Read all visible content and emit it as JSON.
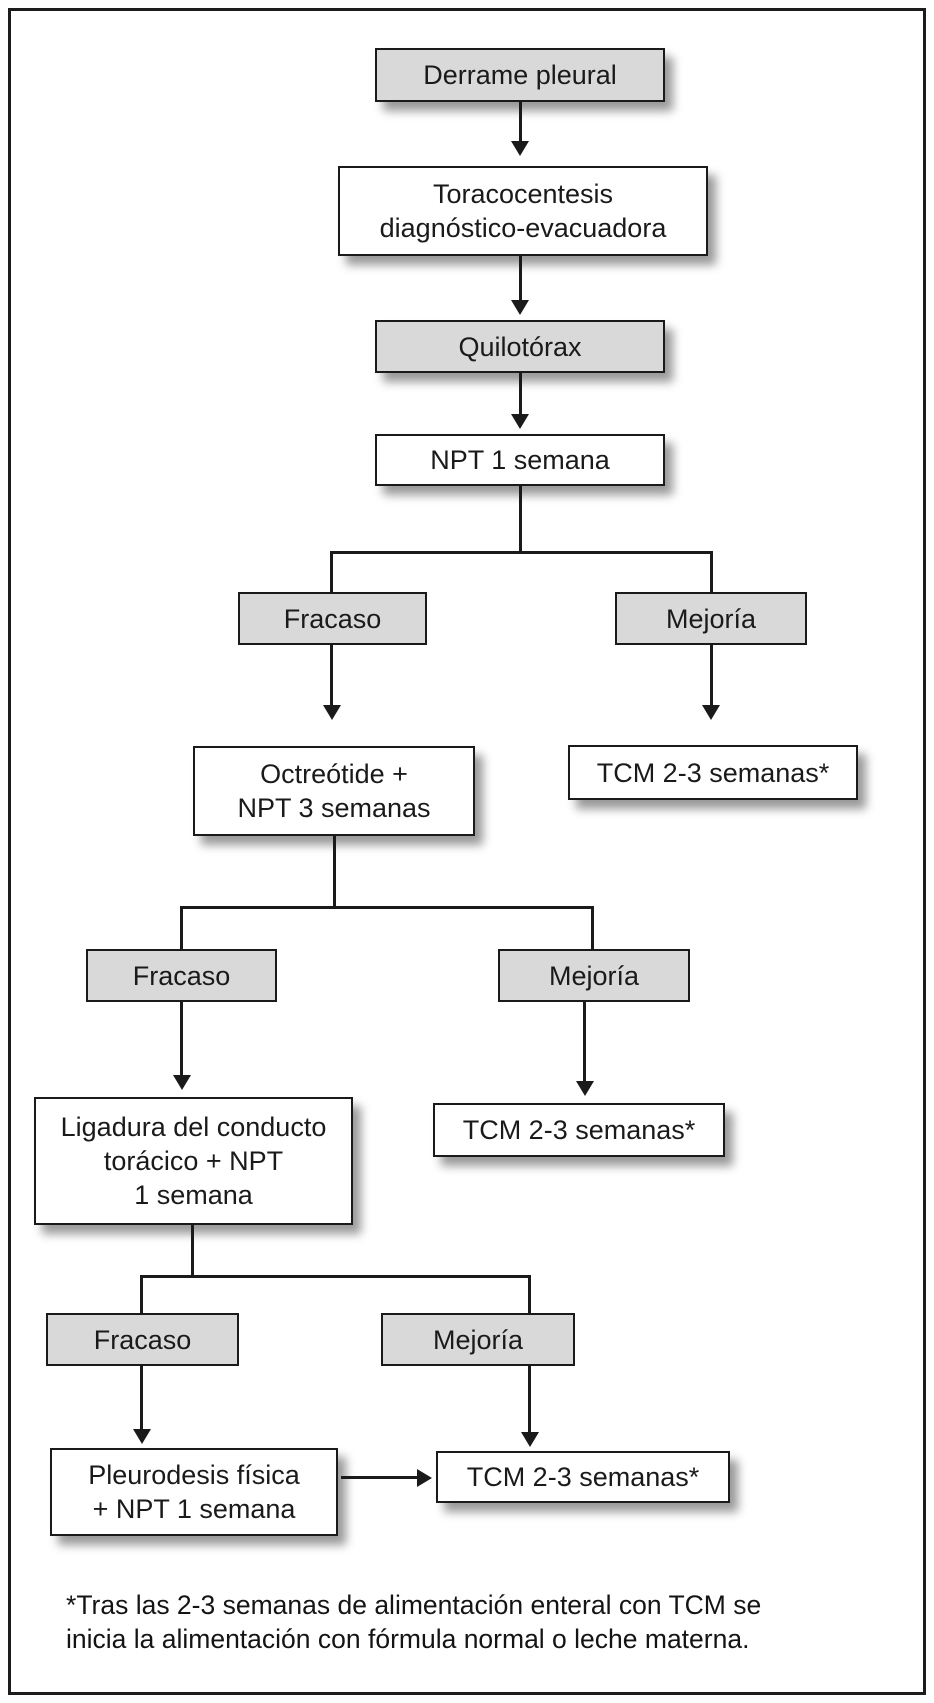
{
  "nodes": {
    "derrame": "Derrame pleural",
    "toracocentesis": "Toracocentesis\ndiagnóstico-evacuadora",
    "quilotorax": "Quilotórax",
    "npt_1_semana": "NPT 1 semana",
    "fracaso_1": "Fracaso",
    "mejoria_1": "Mejoría",
    "octreotide": "Octreótide +\nNPT 3 semanas",
    "tcm_1": "TCM 2-3 semanas*",
    "fracaso_2": "Fracaso",
    "mejoria_2": "Mejoría",
    "ligadura": "Ligadura del conducto\ntorácico + NPT\n1 semana",
    "tcm_2": "TCM 2-3 semanas*",
    "fracaso_3": "Fracaso",
    "mejoria_3": "Mejoría",
    "pleurodesis": "Pleurodesis física\n+ NPT 1 semana",
    "tcm_3": "TCM 2-3 semanas*"
  },
  "footnote": "*Tras las 2-3 semanas de alimentación enteral con TCM se\ninicia la alimentación con fórmula normal o leche materna.",
  "colors": {
    "decision_fill": "#d9d9d9",
    "action_fill": "#ffffff",
    "line": "#1a1a1a"
  }
}
